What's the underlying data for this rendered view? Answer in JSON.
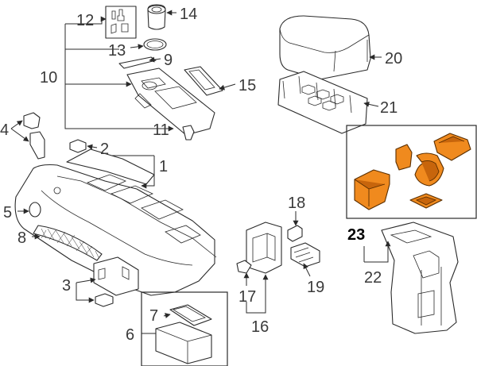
{
  "callouts": {
    "c1": "1",
    "c2": "2",
    "c3": "3",
    "c4": "4",
    "c5": "5",
    "c6": "6",
    "c7": "7",
    "c8": "8",
    "c9": "9",
    "c10": "10",
    "c11": "11",
    "c12": "12",
    "c13": "13",
    "c14": "14",
    "c15": "15",
    "c16": "16",
    "c17": "17",
    "c18": "18",
    "c19": "19",
    "c20": "20",
    "c21": "21",
    "c22": "22",
    "c23": "23"
  },
  "highlight": {
    "part": "23",
    "color": "#f08a1e"
  }
}
